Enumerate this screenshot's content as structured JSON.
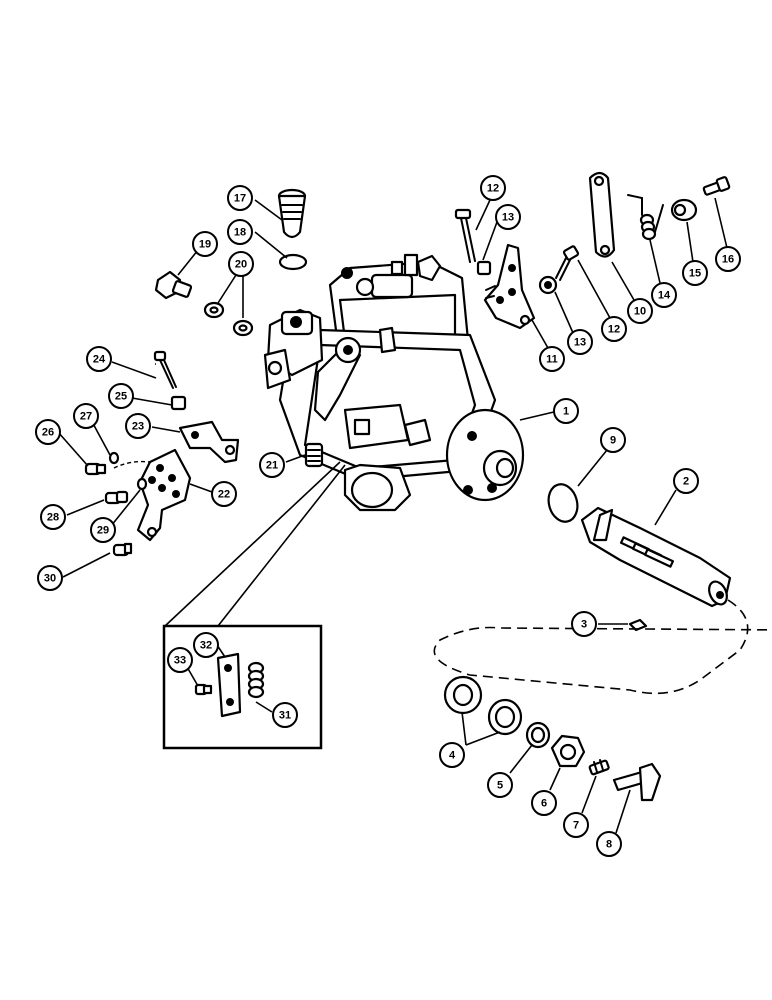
{
  "callouts": [
    {
      "id": "c1",
      "label": "1"
    },
    {
      "id": "c2",
      "label": "2"
    },
    {
      "id": "c3",
      "label": "3"
    },
    {
      "id": "c4",
      "label": "4"
    },
    {
      "id": "c5",
      "label": "5"
    },
    {
      "id": "c6",
      "label": "6"
    },
    {
      "id": "c7",
      "label": "7"
    },
    {
      "id": "c8",
      "label": "8"
    },
    {
      "id": "c9",
      "label": "9"
    },
    {
      "id": "c10",
      "label": "10"
    },
    {
      "id": "c11",
      "label": "11"
    },
    {
      "id": "c12a",
      "label": "12"
    },
    {
      "id": "c12b",
      "label": "12"
    },
    {
      "id": "c13a",
      "label": "13"
    },
    {
      "id": "c13b",
      "label": "13"
    },
    {
      "id": "c14",
      "label": "14"
    },
    {
      "id": "c15",
      "label": "15"
    },
    {
      "id": "c16",
      "label": "16"
    },
    {
      "id": "c17",
      "label": "17"
    },
    {
      "id": "c18",
      "label": "18"
    },
    {
      "id": "c19",
      "label": "19"
    },
    {
      "id": "c20",
      "label": "20"
    },
    {
      "id": "c21",
      "label": "21"
    },
    {
      "id": "c22",
      "label": "22"
    },
    {
      "id": "c23",
      "label": "23"
    },
    {
      "id": "c24",
      "label": "24"
    },
    {
      "id": "c25",
      "label": "25"
    },
    {
      "id": "c26",
      "label": "26"
    },
    {
      "id": "c27",
      "label": "27"
    },
    {
      "id": "c28",
      "label": "28"
    },
    {
      "id": "c29",
      "label": "29"
    },
    {
      "id": "c30",
      "label": "30"
    },
    {
      "id": "c31",
      "label": "31"
    },
    {
      "id": "c32",
      "label": "32"
    },
    {
      "id": "c33",
      "label": "33"
    }
  ]
}
